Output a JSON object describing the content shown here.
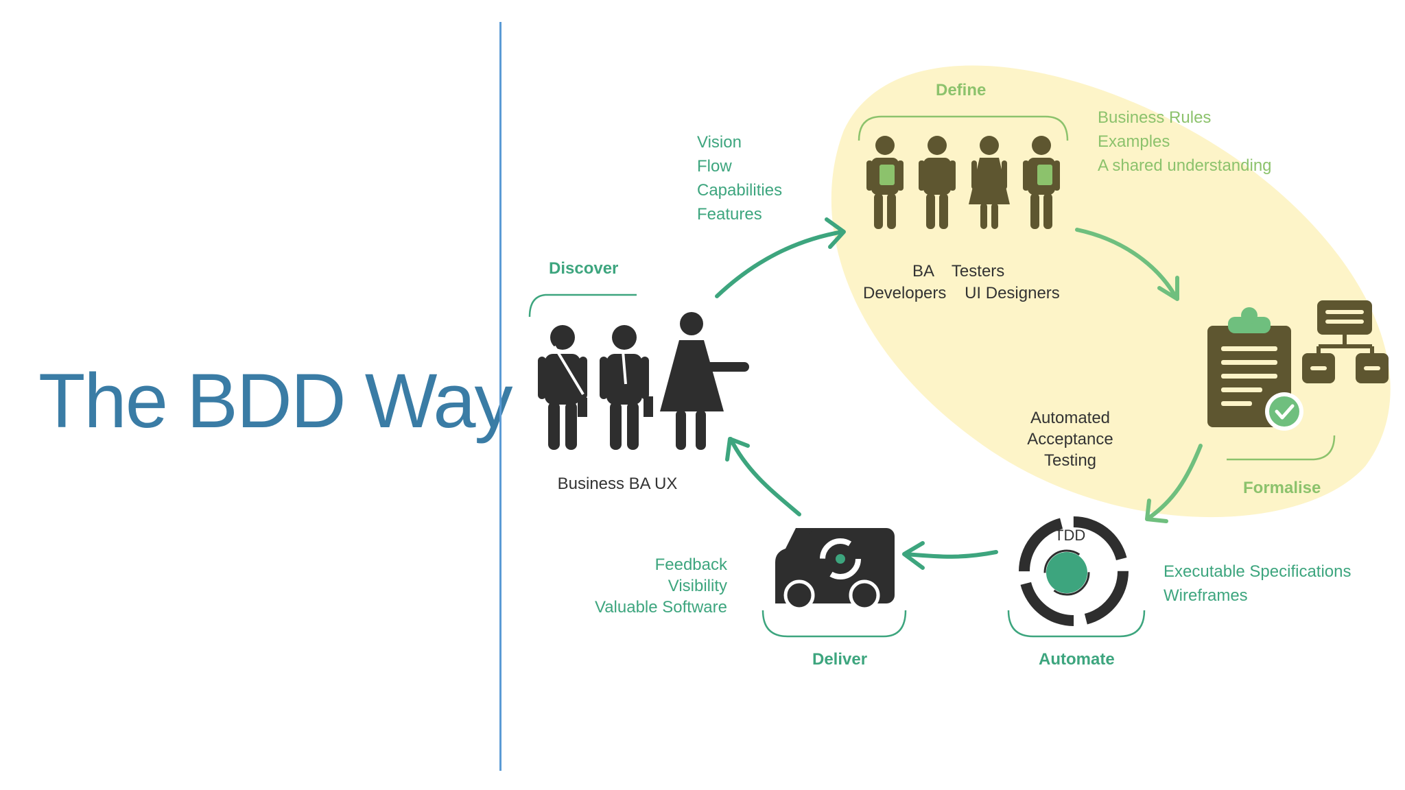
{
  "title": "The BDD Way",
  "colors": {
    "title": "#3a7ca5",
    "divider": "#5b9bd5",
    "teal": "#3da57e",
    "green": "#8cc26c",
    "olive": "#5e5630",
    "dark": "#333333",
    "blob": "#fdf4c8"
  },
  "stages": {
    "discover": {
      "name": "Discover",
      "roles": "Business  BA  UX",
      "items": [
        "Vision",
        "Flow",
        "Capabilities",
        "Features"
      ]
    },
    "define": {
      "name": "Define",
      "roles_line1": "BA    Testers",
      "roles_line2": "Developers    UI Designers",
      "items": [
        "Business Rules",
        "Examples",
        "A shared understanding"
      ]
    },
    "formalise": {
      "name": "Formalise",
      "items": [
        "Automated",
        "Acceptance",
        "Testing"
      ]
    },
    "automate": {
      "name": "Automate",
      "badge": "TDD",
      "items": [
        "Executable Specifications",
        "Wireframes"
      ]
    },
    "deliver": {
      "name": "Deliver",
      "items": [
        "Feedback",
        "Visibility",
        "Valuable Software"
      ]
    }
  },
  "icons": [
    "discover-people-icon",
    "define-team-icon",
    "document-checklist-icon",
    "sitemap-icon",
    "delivery-van-icon",
    "tdd-cycle-icon",
    "arrow-icon"
  ]
}
